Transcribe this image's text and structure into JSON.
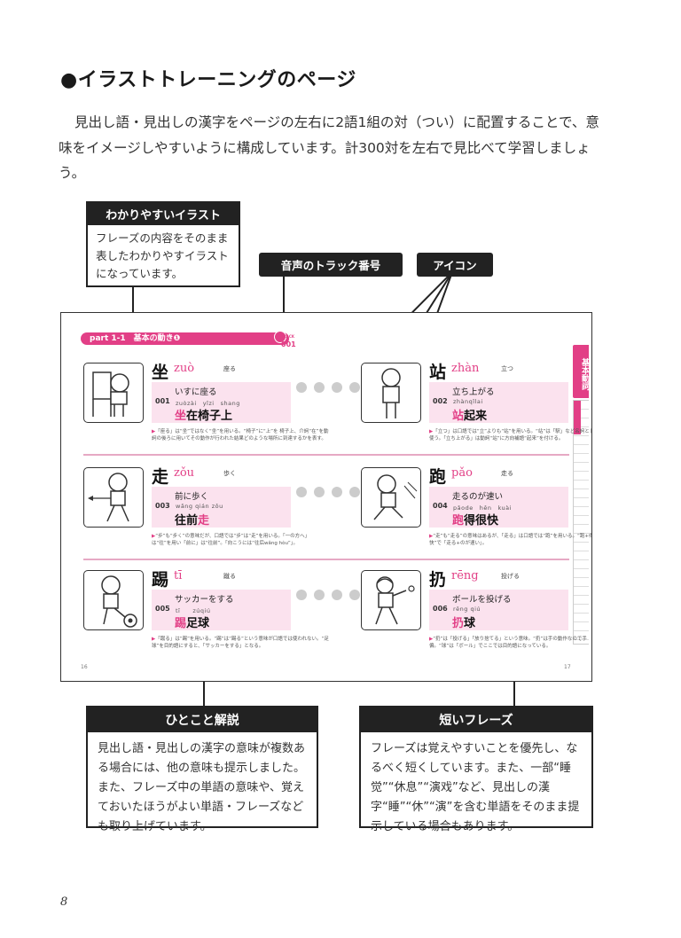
{
  "heading": "●イラストトレーニングのページ",
  "intro": "見出し語・見出しの漢字をページの左右に2語1組の対（つい）に配置することで、意味をイメージしやすいように構成しています。計300対を左右で見比べて学習しましょう。",
  "callouts": {
    "illustration": {
      "title": "わかりやすいイラスト",
      "text": "フレーズの内容をそのまま表したわかりやすイラストになっています。"
    },
    "track": "音声のトラック番号",
    "icon": "アイコン",
    "commentary": {
      "title": "ひとこと解説",
      "text": "見出し語・見出しの漢字の意味が複数ある場合には、他の意味も提示しました。また、フレーズ中の単語の意味や、覚えておいたほうがよい単語・フレーズなども取り上げています。"
    },
    "short_phrase": {
      "title": "短いフレーズ",
      "text": "フレーズは覚えやすいことを優先し、なるべく短くしています。また、一部“睡觉”“休息”“演戏”など、見出しの漢字“睡”“休”“演”を含む単語をそのまま提示している場合もあります。"
    }
  },
  "sample": {
    "section_bar": "part 1-1　基本の動き❶",
    "track_label": "TRACK",
    "track_number": "001",
    "side_tab": "基本動詞",
    "page_left": "16",
    "page_right": "17",
    "entries": [
      {
        "hanzi": "坐",
        "pinyin": "zuò",
        "meaning": "座る",
        "phrase": "いすに座る",
        "num": "001",
        "phrase_pinyin": "zuòzài　yǐzi　shang",
        "phrase_key": "坐",
        "phrase_rest": "在椅子上",
        "note": "「座る」は“坐”ではなく“坐”を用いる。“椅子”に“上”を 椅子上、介詞“在”を動詞の後ろに用いてその動作が行われた結果どのような場所に到達するかを表す。"
      },
      {
        "hanzi": "站",
        "pinyin": "zhàn",
        "meaning": "立つ",
        "phrase": "立ち上がる",
        "num": "002",
        "phrase_pinyin": "zhànqǐlai",
        "phrase_key": "站",
        "phrase_rest": "起来",
        "note": "「立つ」は口語では“立”よりも“站”を用いる。“站”は「駅」など名詞としても使う。「立ち上がる」は動詞“站”に方向補語“起来”を付ける。"
      },
      {
        "hanzi": "走",
        "pinyin": "zǒu",
        "meaning": "歩く",
        "phrase": "前に歩く",
        "num": "003",
        "phrase_pinyin": "wǎng qián zǒu",
        "phrase_key": "走",
        "phrase_pre": "往前",
        "note": "“步”も“步く”の意味だが、口語では“步”は“走”を用いる。「一の方へ」は“往”を用い「前に」は“往前”。「向こうには“往后wǎng hòu”」。"
      },
      {
        "hanzi": "跑",
        "pinyin": "pǎo",
        "meaning": "走る",
        "phrase": "走るのが速い",
        "num": "004",
        "phrase_pinyin": "pǎode　hěn　kuài",
        "phrase_key": "跑",
        "phrase_rest": "得很快",
        "note": "“走”も“走る”の意味はあるが、「走る」は口語では“跑”を用いる。“跑+得很快”で「走る+のが速い」。"
      },
      {
        "hanzi": "踢",
        "pinyin": "tī",
        "meaning": "蹴る",
        "phrase": "サッカーをする",
        "num": "005",
        "phrase_pinyin": "tī　　zúqiú",
        "phrase_key": "踢",
        "phrase_rest": "足球",
        "note": "「蹴る」は“踢”を用いる。“踢”は“踢る”という意味が口語では使われない。“足球”を目的語にすると、「サッカーをする」となる。"
      },
      {
        "hanzi": "扔",
        "pinyin": "rēng",
        "meaning": "投げる",
        "phrase": "ボールを投げる",
        "num": "006",
        "phrase_pinyin": "rēng qiú",
        "phrase_key": "扔",
        "phrase_rest": "球",
        "note": "“扔”は「投げる」「放り捨てる」という意味。“扔”は手の動作なので手偏。“球”は「ボール」でここでは目的語になっている。"
      }
    ]
  },
  "page_number": "8"
}
